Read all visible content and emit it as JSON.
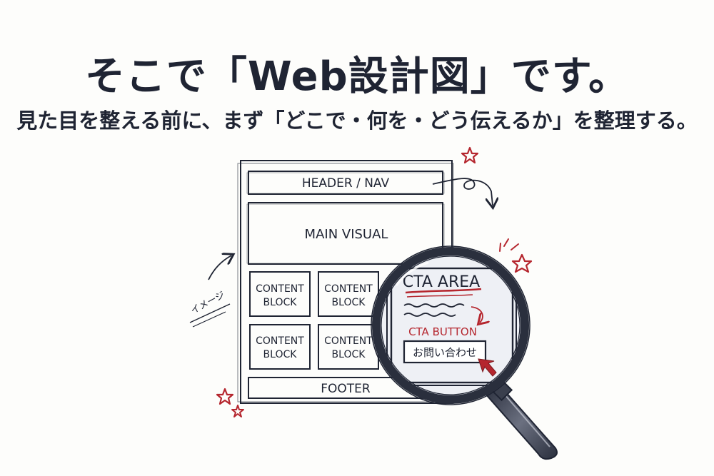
{
  "heading": {
    "title": "そこで「Web設計図」です。",
    "subtitle": "見た目を整える前に、まず「どこで・何を・どう伝えるか」を整理する。"
  },
  "wireframe": {
    "header_label": "HEADER / NAV",
    "main_visual_label": "MAIN VISUAL",
    "blocks": [
      {
        "line1": "CONTENT",
        "line2": "BLOCK"
      },
      {
        "line1": "CONTENT",
        "line2": "BLOCK"
      },
      {
        "line1": "CONTENT",
        "line2": "BLOCK"
      },
      {
        "line1": "CONTENT",
        "line2": "BLOCK"
      }
    ],
    "footer_label": "FOOTER",
    "side_note": "イメージ"
  },
  "magnifier": {
    "cta_area_label": "CTA AREA",
    "cta_button_label": "CTA BUTTON",
    "button_text": "お問い合わせ"
  },
  "colors": {
    "ink": "#1f2433",
    "accent_red": "#b5262e",
    "lens_tint": "#eef0f5"
  }
}
